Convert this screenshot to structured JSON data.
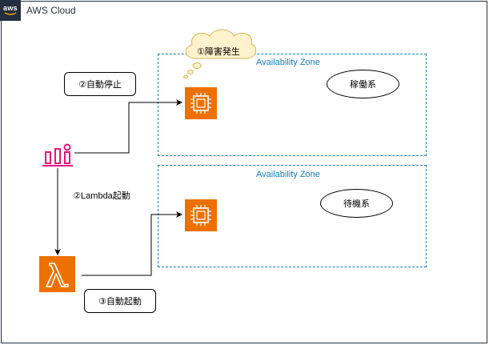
{
  "aws_cloud": {
    "title": "AWS Cloud",
    "badge_text": "aws"
  },
  "zones": [
    {
      "label": "Availability Zone",
      "role_label": "稼働系"
    },
    {
      "label": "Availability Zone",
      "role_label": "待機系"
    }
  ],
  "steps": {
    "failure": "①障害発生",
    "auto_stop": "②自動停止",
    "lambda_start": "②Lambda起動",
    "auto_start": "③自動起動"
  },
  "icons": {
    "ec2_active": "ec2-instance-icon",
    "ec2_standby": "ec2-instance-icon",
    "cloudwatch": "cloudwatch-icon",
    "lambda": "lambda-icon"
  },
  "colors": {
    "aws_dark": "#232f3e",
    "zone_blue": "#147eba",
    "compute_orange": "#ed7100",
    "cloudwatch_pink": "#e7157b",
    "callout_yellow": "#fff2cc",
    "callout_border": "#d6b656"
  }
}
